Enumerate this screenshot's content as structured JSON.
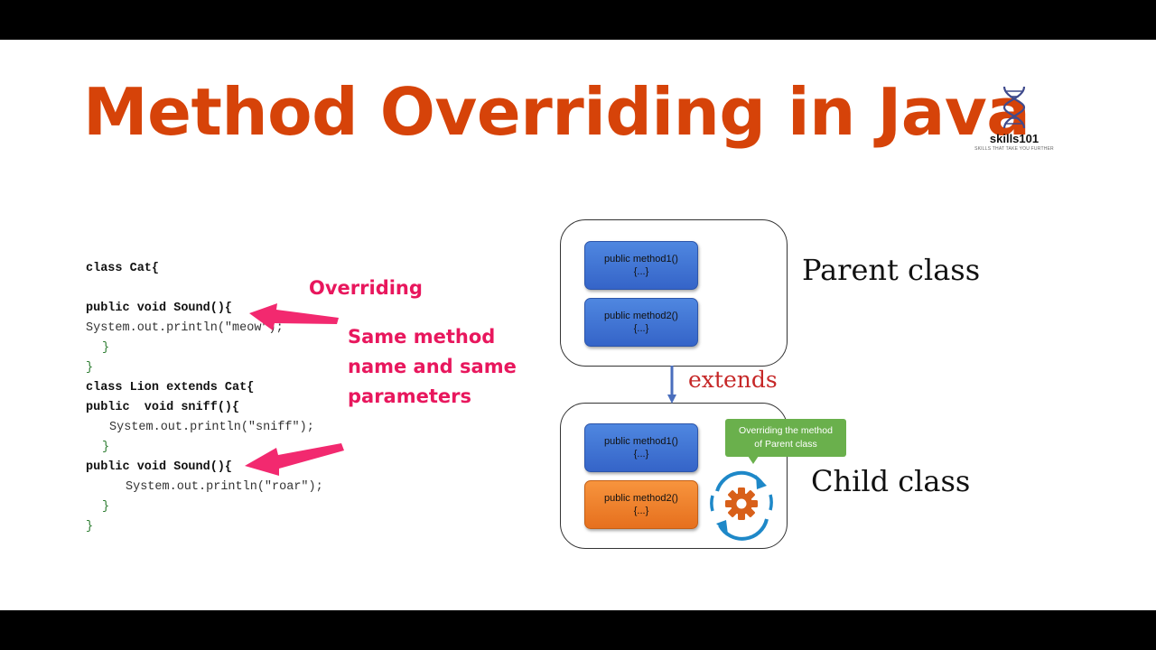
{
  "title": "Method Overriding in Java",
  "logo": {
    "name": "skills101",
    "tagline": "SKILLS THAT TAKE YOU FURTHER"
  },
  "code_lines": [
    "class Cat{",
    "public void Sound(){",
    "System.out.println(\"meow\");",
    "}",
    "}",
    "class Lion extends Cat{",
    "public  void sniff(){",
    "System.out.println(\"sniff\");",
    "}",
    "public void Sound(){",
    "System.out.println(\"roar\");",
    "}",
    "}"
  ],
  "annotations": {
    "overriding": "Overriding",
    "same_method_lines": [
      "Same method",
      "name and same",
      "parameters"
    ]
  },
  "parent_class": {
    "label": "Parent class",
    "methods": [
      {
        "name": "public method1()",
        "body": "{...}"
      },
      {
        "name": "public method2()",
        "body": "{...}"
      }
    ]
  },
  "extends_label": "extends",
  "child_class": {
    "label": "Child class",
    "methods": [
      {
        "name": "public method1()",
        "body": "{...}"
      },
      {
        "name": "public method2()",
        "body": "{...}"
      }
    ]
  },
  "callout": {
    "line1": "Overriding the method",
    "line2": "of Parent class"
  },
  "colors": {
    "title": "#d64309",
    "annotation": "#e8175d",
    "method_box_blue": "#3f73d6",
    "method_box_orange": "#f08030",
    "callout_green": "#6ab04c",
    "extends_text": "#c62828",
    "cycle_icon_blue": "#1e88c8",
    "gear_orange": "#d8601a"
  }
}
